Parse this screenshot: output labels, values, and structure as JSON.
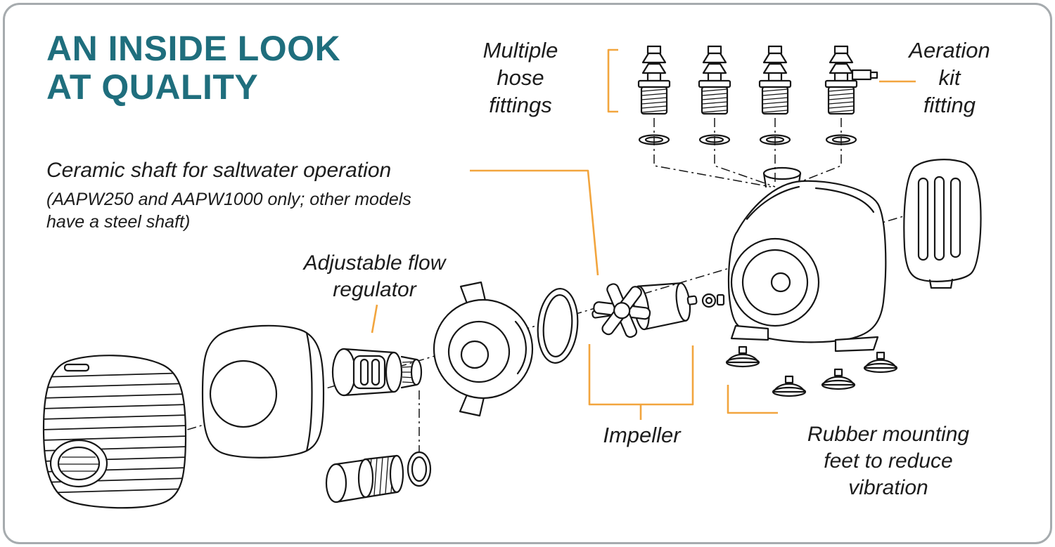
{
  "title": {
    "line1": "AN INSIDE LOOK",
    "line2": "AT QUALITY"
  },
  "callouts": {
    "hose_fittings": {
      "lines": [
        "Multiple",
        "hose",
        "fittings"
      ]
    },
    "aeration_kit": {
      "lines": [
        "Aeration",
        "kit",
        "fitting"
      ]
    },
    "ceramic_shaft": {
      "main": "Ceramic shaft for saltwater operation",
      "note_lines": [
        "(AAPW250 and AAPW1000 only; other models",
        "have a steel shaft)"
      ]
    },
    "flow_regulator": {
      "lines": [
        "Adjustable flow",
        "regulator"
      ]
    },
    "impeller": {
      "lines": [
        "Impeller"
      ]
    },
    "rubber_feet": {
      "lines": [
        "Rubber mounting",
        "feet to reduce",
        "vibration"
      ]
    }
  },
  "colors": {
    "title": "#1f6e7d",
    "leader": "#f2a53e",
    "ink": "#161616",
    "text": "#1c1c1c",
    "frame": "#a6abae",
    "background": "#ffffff"
  },
  "diagram": {
    "parts": [
      "hose-fittings",
      "aeration-kit-fitting",
      "front-grille-housing",
      "chamber-cover",
      "flow-regulator",
      "volute-cover",
      "o-ring",
      "impeller",
      "ceramic-shaft",
      "shaft-bushing",
      "pump-body",
      "mounting-bracket",
      "suction-cup-feet",
      "threaded-adapter",
      "o-ring-seal"
    ]
  }
}
